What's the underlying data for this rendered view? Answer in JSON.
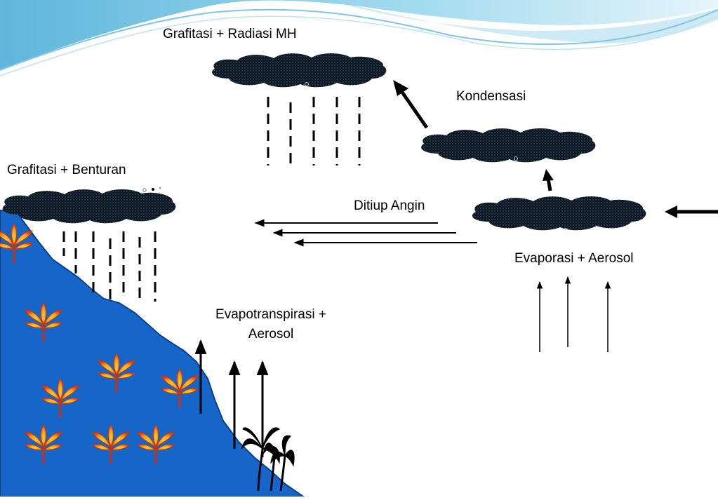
{
  "labels": {
    "top": "Grafitasi + Radiasi MH",
    "kondensasi": "Kondensasi",
    "grafitasi_benturan": "Grafitasi + Benturan",
    "ditiup_angin": "Ditiup Angin",
    "evaporasi": "Evaporasi + Aerosol",
    "evapotranspirasi_line1": "Evapotranspirasi +",
    "evapotranspirasi_line2": "Aerosol"
  },
  "colors": {
    "cloud": "#0d1a26",
    "land": "#1566c8",
    "land_edge": "#0a3f8a",
    "sky_band": "#8fd0ea",
    "leaf_outer": "#d83a10",
    "leaf_inner": "#f2b01e",
    "ink": "#000000"
  },
  "icons": {
    "cloud": "rain-cloud-icon",
    "tree": "maple-tree-icon",
    "palm": "palm-tree-icon",
    "arrow": "arrow-icon"
  }
}
